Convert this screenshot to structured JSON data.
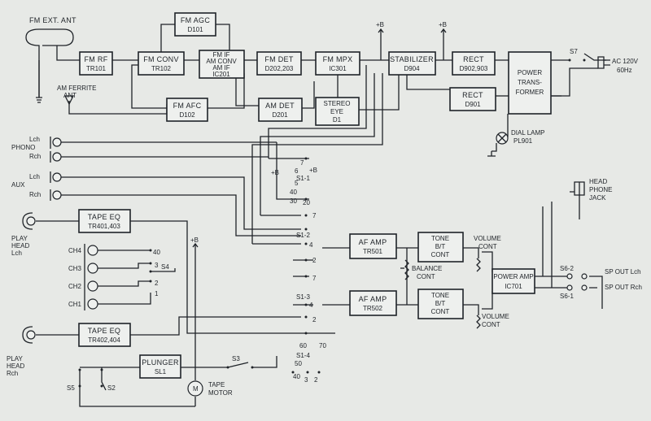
{
  "blocks": {
    "fm_agc": [
      "FM  AGC",
      "D101"
    ],
    "fm_rf": [
      "FM    RF",
      "TR101"
    ],
    "fm_conv": [
      "FM CONV",
      "TR102"
    ],
    "fm_if": [
      "FM  IF",
      "AM  CONV",
      "AM  IF",
      "IC201"
    ],
    "fm_det": [
      "FM  DET",
      "D202,203"
    ],
    "fm_mpx": [
      "FM  MPX",
      "IC301"
    ],
    "stabilizer": [
      "STABILIZER",
      "D904"
    ],
    "rect1": [
      "RECT",
      "D902,903"
    ],
    "power_transformer": [
      "POWER",
      "TRANS-",
      "FORMER"
    ],
    "fm_afc": [
      "FM  AFC",
      "D102"
    ],
    "am_det": [
      "AM  DET",
      "D201"
    ],
    "stereo_eye": [
      "STEREO",
      "EYE",
      "D1"
    ],
    "rect2": [
      "RECT",
      "D901"
    ],
    "tape_eq1": [
      "TAPE EQ",
      "TR401,403"
    ],
    "tape_eq2": [
      "TAPE EQ",
      "TR402,404"
    ],
    "af_amp1": [
      "AF AMP",
      "TR501"
    ],
    "af_amp2": [
      "AF AMP",
      "TR502"
    ],
    "tone1": [
      "TONE",
      "B/T",
      "CONT"
    ],
    "tone2": [
      "TONE",
      "B/T",
      "CONT"
    ],
    "power_amp": [
      "POWER  AMP",
      "IC701"
    ],
    "plunger": [
      "PLUNGER",
      "SL1"
    ]
  },
  "labels": {
    "fm_ext_ant": "FM EXT. ANT",
    "am_ferrite_ant": [
      "AM FERRITE",
      "ANT"
    ],
    "plus_b": "+B",
    "s7": "S7",
    "ac": [
      "AC 120V",
      "60Hz"
    ],
    "dial_lamp": [
      "DIAL LAMP",
      "PL901"
    ],
    "phono": "PHONO",
    "aux": "AUX",
    "lch": "Lch",
    "rch": "Rch",
    "play_head_l": [
      "PLAY",
      "HEAD",
      "Lch"
    ],
    "play_head_r": [
      "PLAY",
      "HEAD",
      "Rch"
    ],
    "ch4": "CH4",
    "ch3": "CH3",
    "ch2": "CH2",
    "ch1": "CH1",
    "s4": "S4",
    "s3": "S3",
    "s5": "S5",
    "s2": "S2",
    "tape_motor": [
      "TAPE",
      "MOTOR"
    ],
    "motor_m": "M",
    "s1_1": "S1-1",
    "s1_2": "S1-2",
    "s1_3": "S1-3",
    "s1_4": "S1-4",
    "balance": [
      "BALANCE",
      "CONT"
    ],
    "volume": [
      "VOLUME",
      "CONT"
    ],
    "head_phone": [
      "HEAD",
      "PHONE",
      "JACK"
    ],
    "s6_2": "S6-2",
    "s6_1": "S6-1",
    "sp_out_l": "SP OUT Lch",
    "sp_out_r": "SP OUT Rch",
    "n1": "1",
    "n2": "2",
    "n3": "3",
    "n4": "4",
    "n5": "5",
    "n6": "6",
    "n7": "7",
    "n40": "40",
    "n30": "30",
    "n20": "20",
    "n50": "50",
    "n60": "60",
    "n70": "70"
  }
}
